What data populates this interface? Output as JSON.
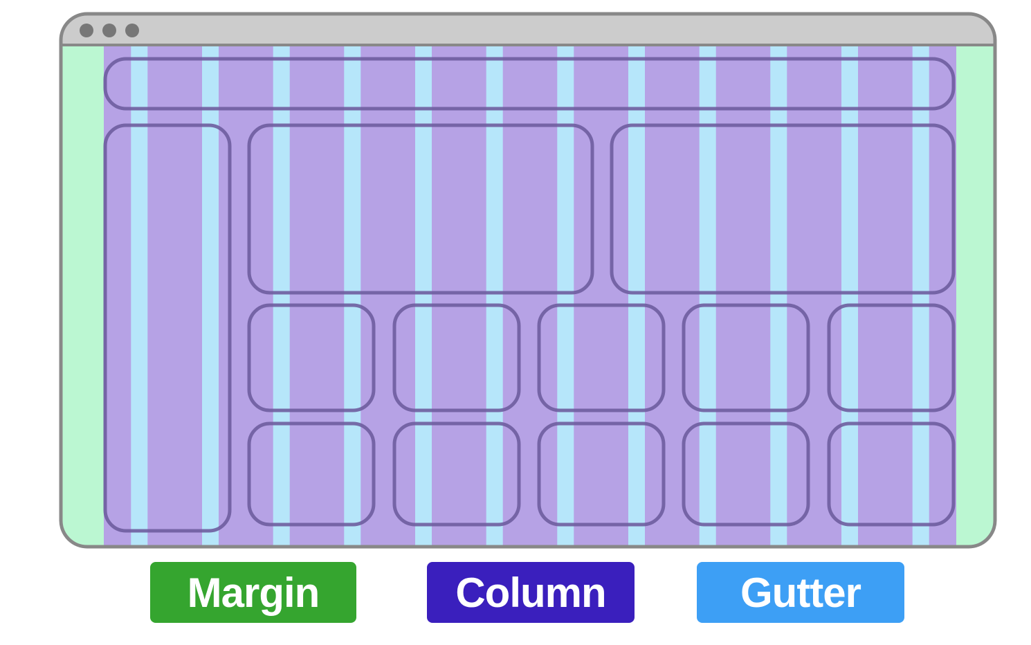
{
  "colors": {
    "margin": "#bbf7d2",
    "column": "#b6a2e5",
    "gutter": "#b6e6fa",
    "frame": "#888888",
    "titlebar": "#cccccc",
    "window_dot": "#777777",
    "box_outline": "#6e5d9e",
    "legend_margin": "#35a52f",
    "legend_column": "#3a1fbd",
    "legend_gutter": "#3d9ff5"
  },
  "grid": {
    "column_count": 12,
    "window_dot_count": 3
  },
  "legend": {
    "margin": "Margin",
    "column": "Column",
    "gutter": "Gutter"
  }
}
